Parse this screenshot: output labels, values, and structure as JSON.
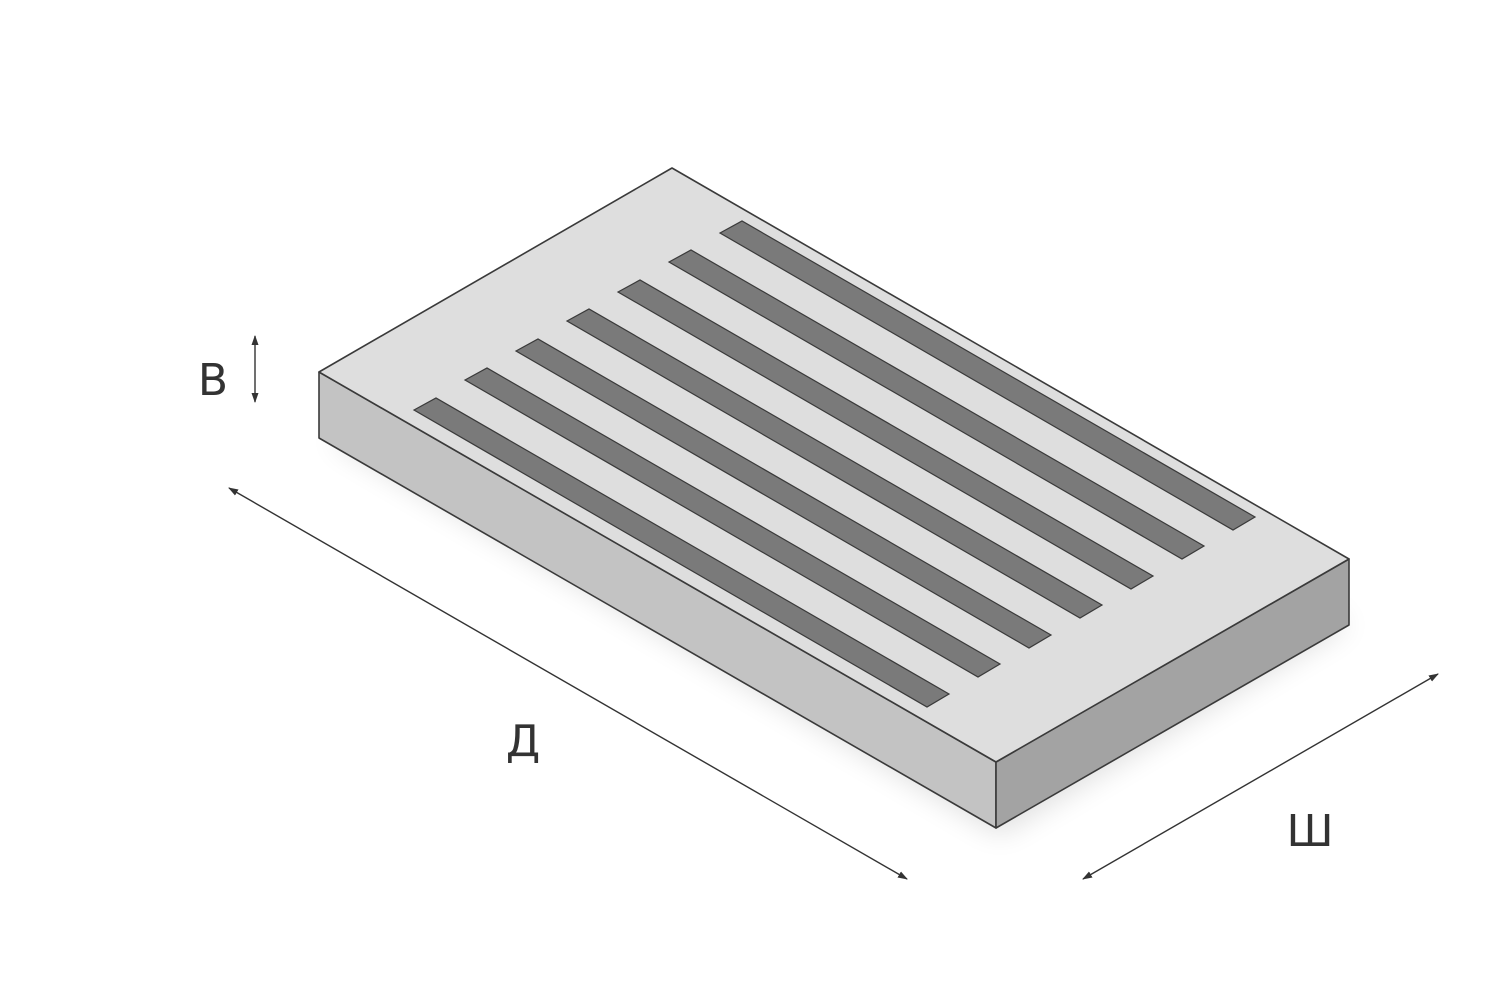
{
  "labels": {
    "height": "В",
    "length": "Д",
    "width": "Ш"
  },
  "colors": {
    "top_face": "#dedede",
    "front_face": "#c3c3c3",
    "side_face": "#a3a3a3",
    "slot": "#7a7a7a",
    "outline": "#3a3a3a",
    "dimension_line": "#333333"
  },
  "slots": {
    "count": 7
  }
}
